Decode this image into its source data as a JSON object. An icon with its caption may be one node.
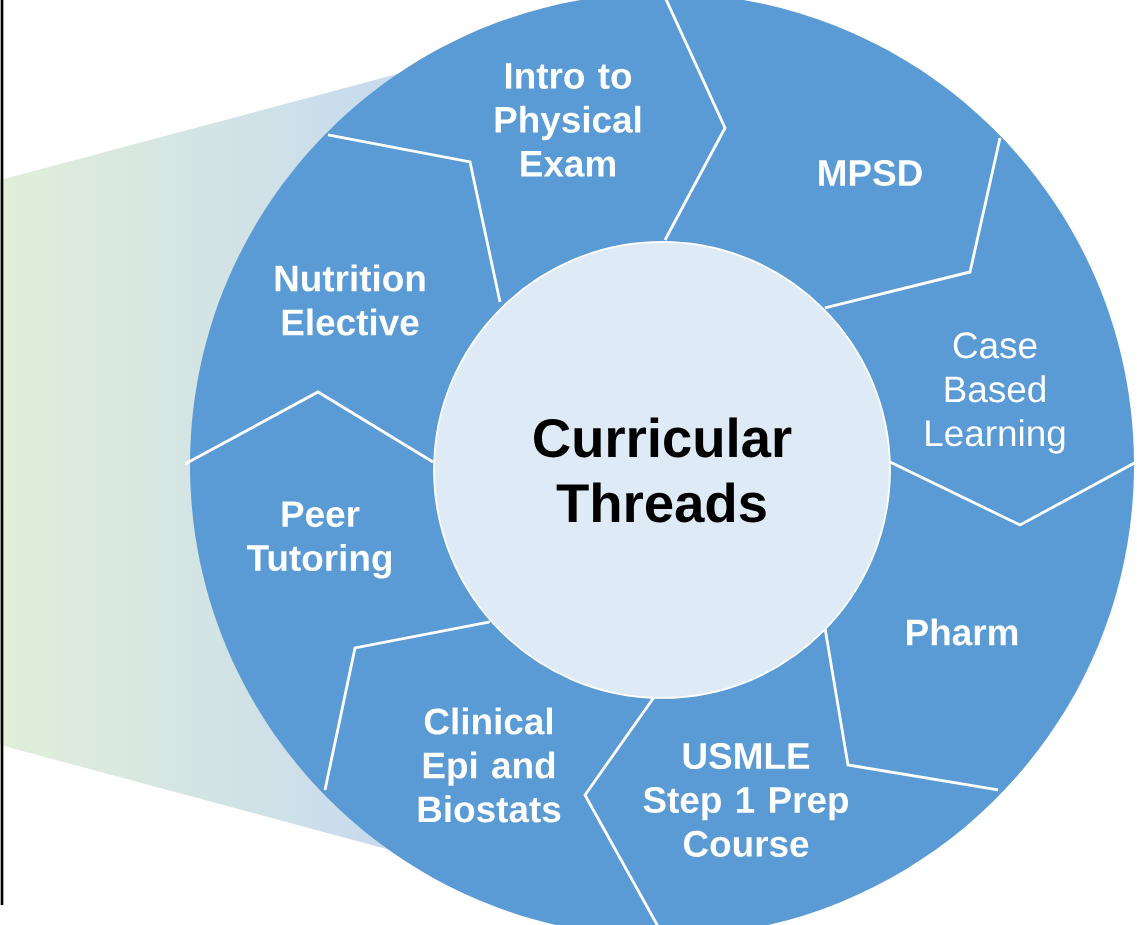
{
  "diagram": {
    "nodes": [
      {
        "text": [
          "Curricular Threads"
        ]
      },
      {
        "text": [
          "Intro to Physical Exam"
        ]
      },
      {
        "text": [
          "MPSD"
        ]
      },
      {
        "text": [
          "Case Based Learning"
        ]
      },
      {
        "text": [
          "Pharm"
        ]
      },
      {
        "text": [
          "USMLE Step 1 Prep Course"
        ]
      },
      {
        "text": [
          "Clinical Epi and Biostats"
        ]
      },
      {
        "text": [
          "Peer Tutoring"
        ]
      },
      {
        "text": [
          "Nutrition Elective"
        ]
      }
    ],
    "edges": []
  }
}
